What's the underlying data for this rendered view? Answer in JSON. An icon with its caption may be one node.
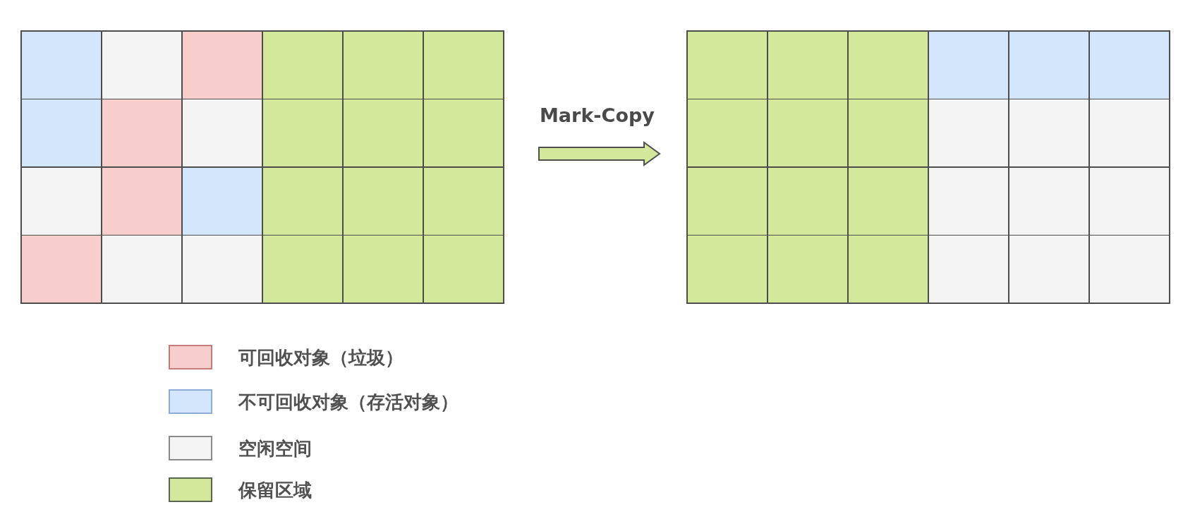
{
  "diagram": {
    "nodes": [
      {
        "text": [],
        "shape": "grid"
      },
      {
        "text": [],
        "shape": "grid"
      }
    ],
    "edges": [
      {
        "from": 0,
        "to": 1,
        "arrow": "to",
        "label": "Mark-Copy",
        "style": "thick"
      }
    ],
    "legend": [
      {
        "text": "可回收对象（垃圾）",
        "color": "#f8cecc"
      },
      {
        "text": "不可回收对象（存活对象）",
        "color": "#d4e6fb"
      },
      {
        "text": "空闲空间",
        "color": "#f4f4f4"
      },
      {
        "text": "保留区域",
        "color": "#d4e89c"
      }
    ]
  }
}
